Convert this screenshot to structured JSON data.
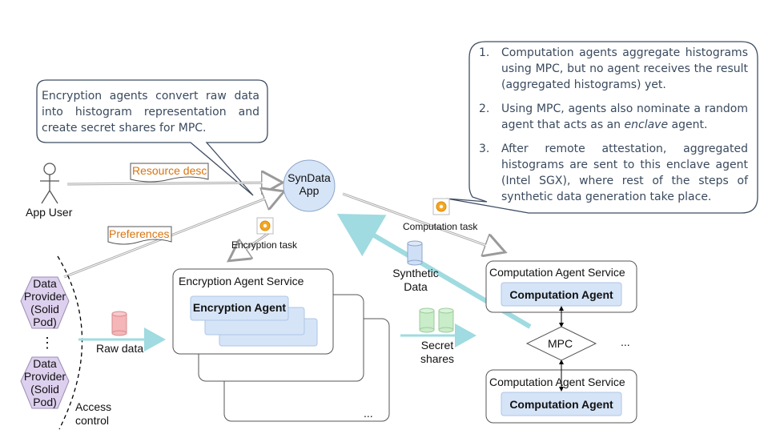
{
  "callout_left": {
    "text": "Encryption agents convert raw data into histogram representation and create secret shares for MPC."
  },
  "callout_right": {
    "items": [
      {
        "num": "1.",
        "text": "Computation agents aggregate histograms using MPC, but no agent receives the result (aggregated histograms) yet."
      },
      {
        "num": "2.",
        "text_before": "Using MPC, agents also nominate a random agent that acts as an ",
        "text_em": "enclave",
        "text_after": " agent."
      },
      {
        "num": "3.",
        "text": "After remote attestation, aggregated histograms are sent to this enclave agent (Intel SGX), where rest of the steps of synthetic data generation take place."
      }
    ]
  },
  "app_user": {
    "label": "App User"
  },
  "resource_desc": "Resource desc",
  "preferences": "Preferences",
  "syndata_app": {
    "line1": "SynData",
    "line2": "App"
  },
  "encryption_task": "Encryption task",
  "computation_task": "Computation task",
  "data_provider": {
    "line1": "Data",
    "line2": "Provider",
    "line3": "(Solid",
    "line4": "Pod)"
  },
  "vertical_ellipsis": "⋮",
  "raw_data": "Raw data",
  "access_control": {
    "line1": "Access",
    "line2": "control"
  },
  "encryption_service": {
    "title": "Encryption Agent Service",
    "agent": "Encryption Agent"
  },
  "stack_ellipsis": "...",
  "synthetic_data": {
    "line1": "Synthetic",
    "line2": "Data"
  },
  "secret_shares": {
    "line1": "Secret",
    "line2": "shares"
  },
  "computation_service_top": {
    "title": "Computation Agent Service",
    "agent": "Computation Agent"
  },
  "computation_service_bottom": {
    "title": "Computation Agent Service",
    "agent": "Computation Agent"
  },
  "mpc": "MPC",
  "mpc_ellipsis": "...",
  "colors": {
    "teal_arrow": "#9fdbe0",
    "db_red": "#f4b6b8",
    "db_blue": "#cfe0f6",
    "db_green": "#c9ecc9",
    "hexagon": "#ddd0ee",
    "agent_fill": "#d6e4f7"
  }
}
